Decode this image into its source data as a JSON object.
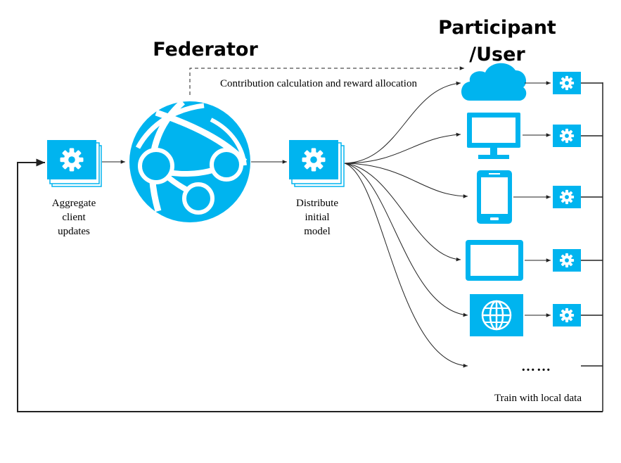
{
  "headings": {
    "federator": "Federator",
    "participant_line1": "Participant",
    "participant_line2": "/User"
  },
  "labels": {
    "contribution": "Contribution calculation and reward allocation",
    "aggregate": [
      "Aggregate",
      "client",
      "updates"
    ],
    "distribute": [
      "Distribute",
      "initial",
      "model"
    ],
    "train": "Train with local data",
    "ellipsis": "……"
  },
  "participants": [
    {
      "device": "cloud-icon"
    },
    {
      "device": "desktop-monitor-icon"
    },
    {
      "device": "smartphone-icon"
    },
    {
      "device": "tablet-icon"
    },
    {
      "device": "web-globe-icon"
    },
    {
      "device": "more-participants"
    }
  ],
  "colors": {
    "accent": "#00b4ef",
    "line": "#222222",
    "background": "#ffffff"
  }
}
